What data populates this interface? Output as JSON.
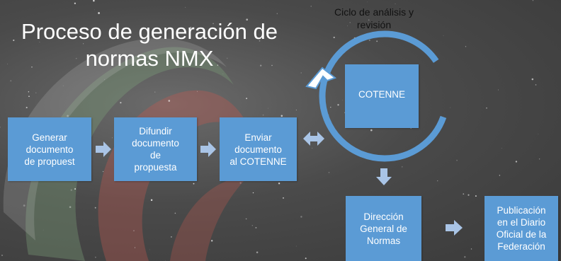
{
  "title": "Proceso de generación de\nnormas NMX",
  "cycle_label": "Ciclo de análisis y\nrevisión",
  "steps": [
    {
      "label": "Generar\ndocumento\nde propuest"
    },
    {
      "label": "Difundir\ndocumento\nde\npropuesta"
    },
    {
      "label": "Enviar\ndocumento\nal COTENNE"
    },
    {
      "label": "COTENNE"
    },
    {
      "label": "Dirección\nGeneral de\nNormas"
    },
    {
      "label": "Publicación\nen el Diario\nOficial de la\nFederación"
    }
  ],
  "colors": {
    "box": "#5b9bd5",
    "arrow": "#a9c4e6",
    "ring": "#5b9bd5"
  }
}
